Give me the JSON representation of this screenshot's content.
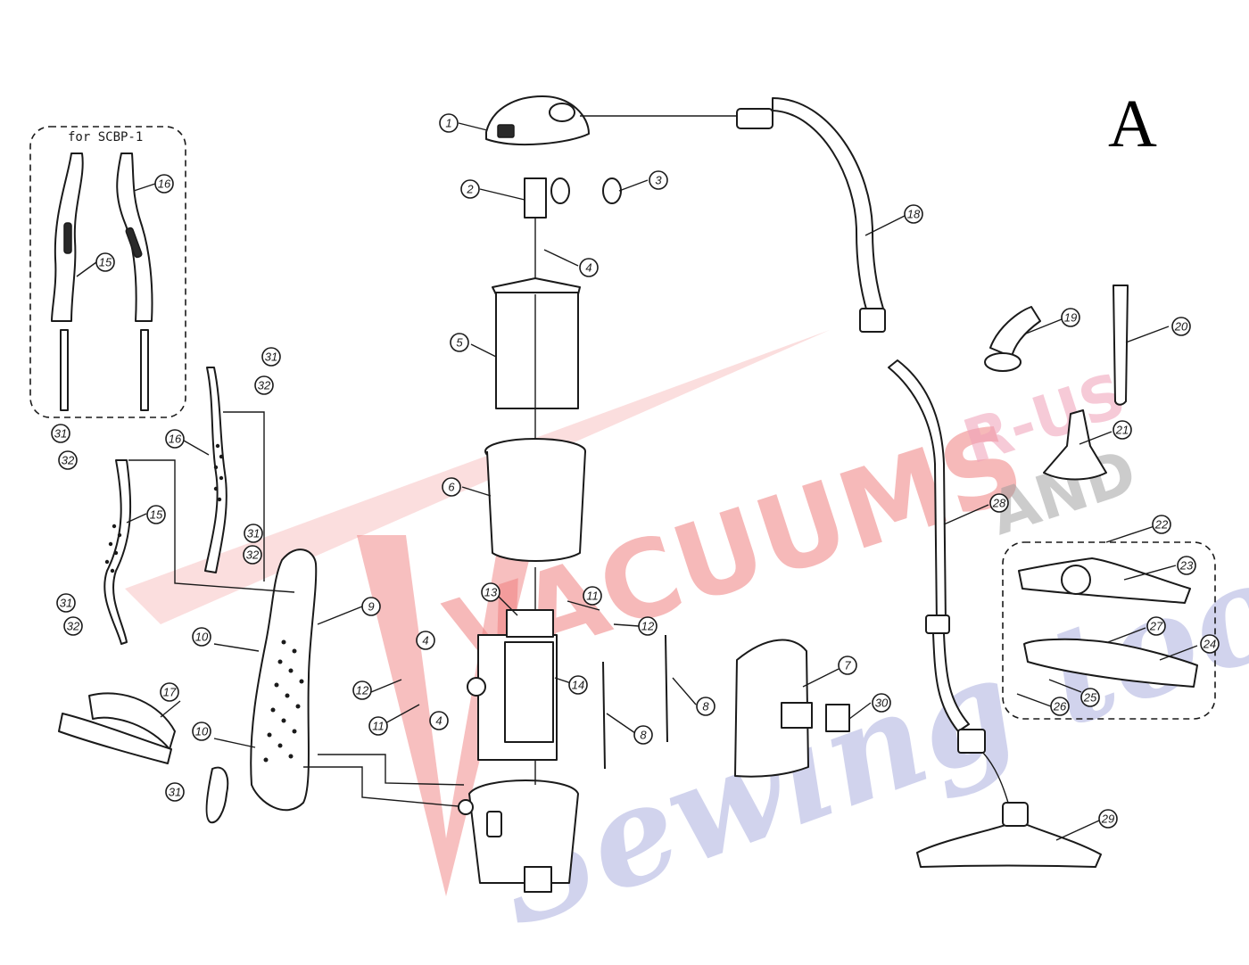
{
  "diagram": {
    "section_letter": "A",
    "inset_box_label": "for SCBP-1",
    "watermark": {
      "brand_main": "VACUUMS",
      "brand_suffix_top": "R-US",
      "brand_suffix_bottom": "AND",
      "brand_script": "Sewing too"
    },
    "callouts": [
      "1",
      "2",
      "3",
      "4",
      "4",
      "4",
      "5",
      "6",
      "7",
      "8",
      "8",
      "9",
      "10",
      "10",
      "11",
      "11",
      "12",
      "12",
      "13",
      "14",
      "15",
      "15",
      "16",
      "16",
      "17",
      "18",
      "19",
      "20",
      "21",
      "22",
      "23",
      "24",
      "25",
      "26",
      "27",
      "28",
      "29",
      "30",
      "31",
      "31",
      "31",
      "31",
      "31",
      "32",
      "32",
      "32",
      "32"
    ],
    "colors": {
      "line": "#1a1a1a",
      "watermark_red": "#f08080",
      "watermark_blue": "#9aa0d8",
      "watermark_grey": "#9a9a9a"
    }
  }
}
